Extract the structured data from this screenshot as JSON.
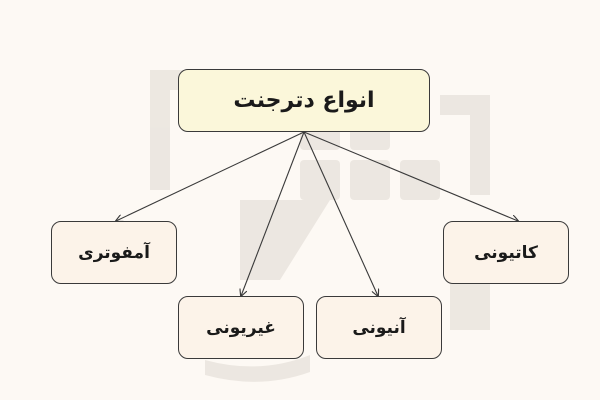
{
  "diagram": {
    "root": {
      "label": "انواع دترجنت"
    },
    "children": [
      {
        "id": "amphoteric",
        "label": "آمفوتری"
      },
      {
        "id": "nonionic",
        "label": "غیریونی"
      },
      {
        "id": "anionic",
        "label": "آنیونی"
      },
      {
        "id": "cationic",
        "label": "کاتیونی"
      }
    ]
  },
  "colors": {
    "background": "#fdf9f4",
    "root_fill": "#fbf7da",
    "child_fill": "#fcf3e9",
    "stroke": "#3a3a3a",
    "watermark": "#ebe6df"
  }
}
